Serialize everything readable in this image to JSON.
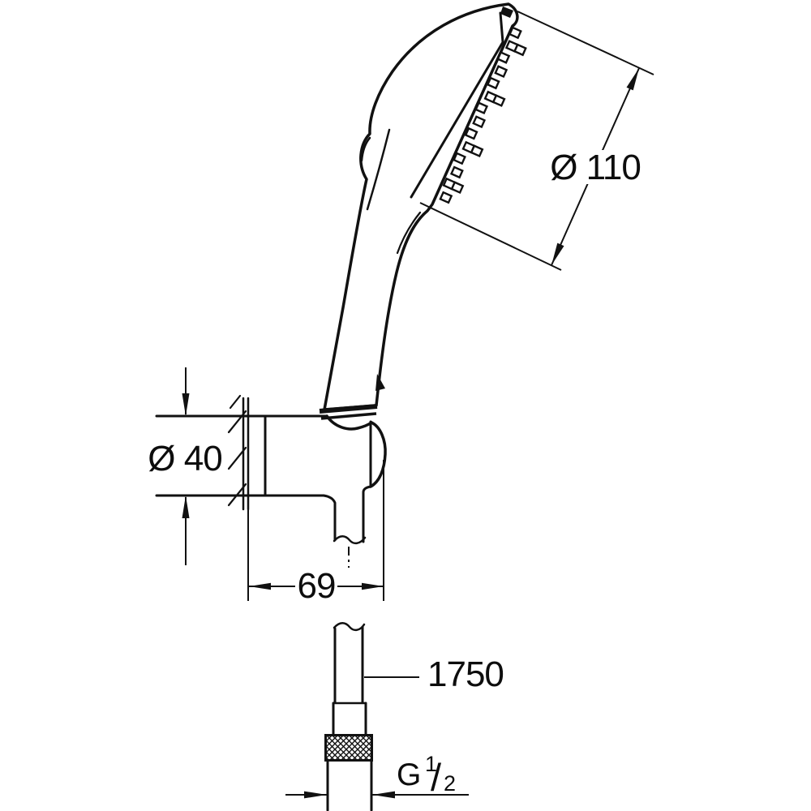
{
  "labels": {
    "head_diameter": "Ø 110",
    "holder_diameter": "Ø 40",
    "holder_depth": "69",
    "hose_length": "1750",
    "thread_prefix": "G",
    "thread_numerator": "1",
    "thread_slash": "/",
    "thread_denominator": "2"
  },
  "colors": {
    "background": "#ffffff",
    "line": "#111111"
  }
}
